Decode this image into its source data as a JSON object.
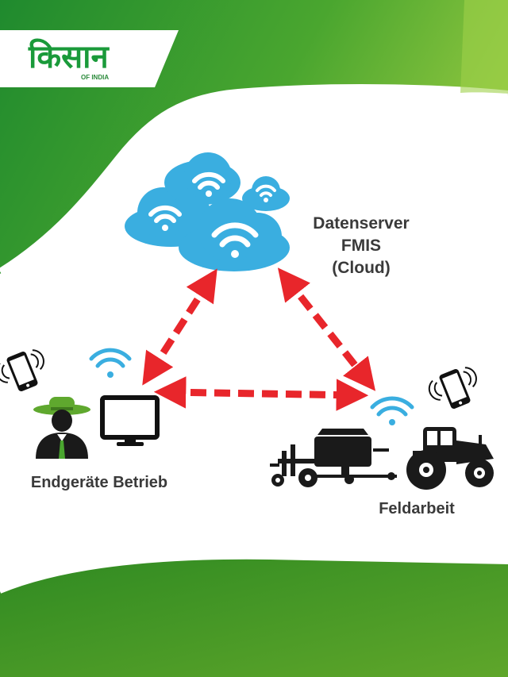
{
  "brand": {
    "logo_text": "किसान",
    "logo_subtext": "OF INDIA"
  },
  "diagram": {
    "cloud_label": [
      "Datenserver",
      "FMIS",
      "(Cloud)"
    ],
    "office_label": "Endgeräte Betrieb",
    "field_label": "Feldarbeit"
  },
  "colors": {
    "green_dark": "#1f8a2e",
    "green_light": "#8dc53e",
    "cloud_blue": "#3aaee0",
    "arrow_red": "#e8262b",
    "label_gray": "#3a3a3a"
  },
  "icons": [
    "cloud-wifi-icon",
    "wifi-icon",
    "smartphone-icon",
    "farmer-icon",
    "monitor-icon",
    "tractor-icon",
    "seeder-icon"
  ]
}
